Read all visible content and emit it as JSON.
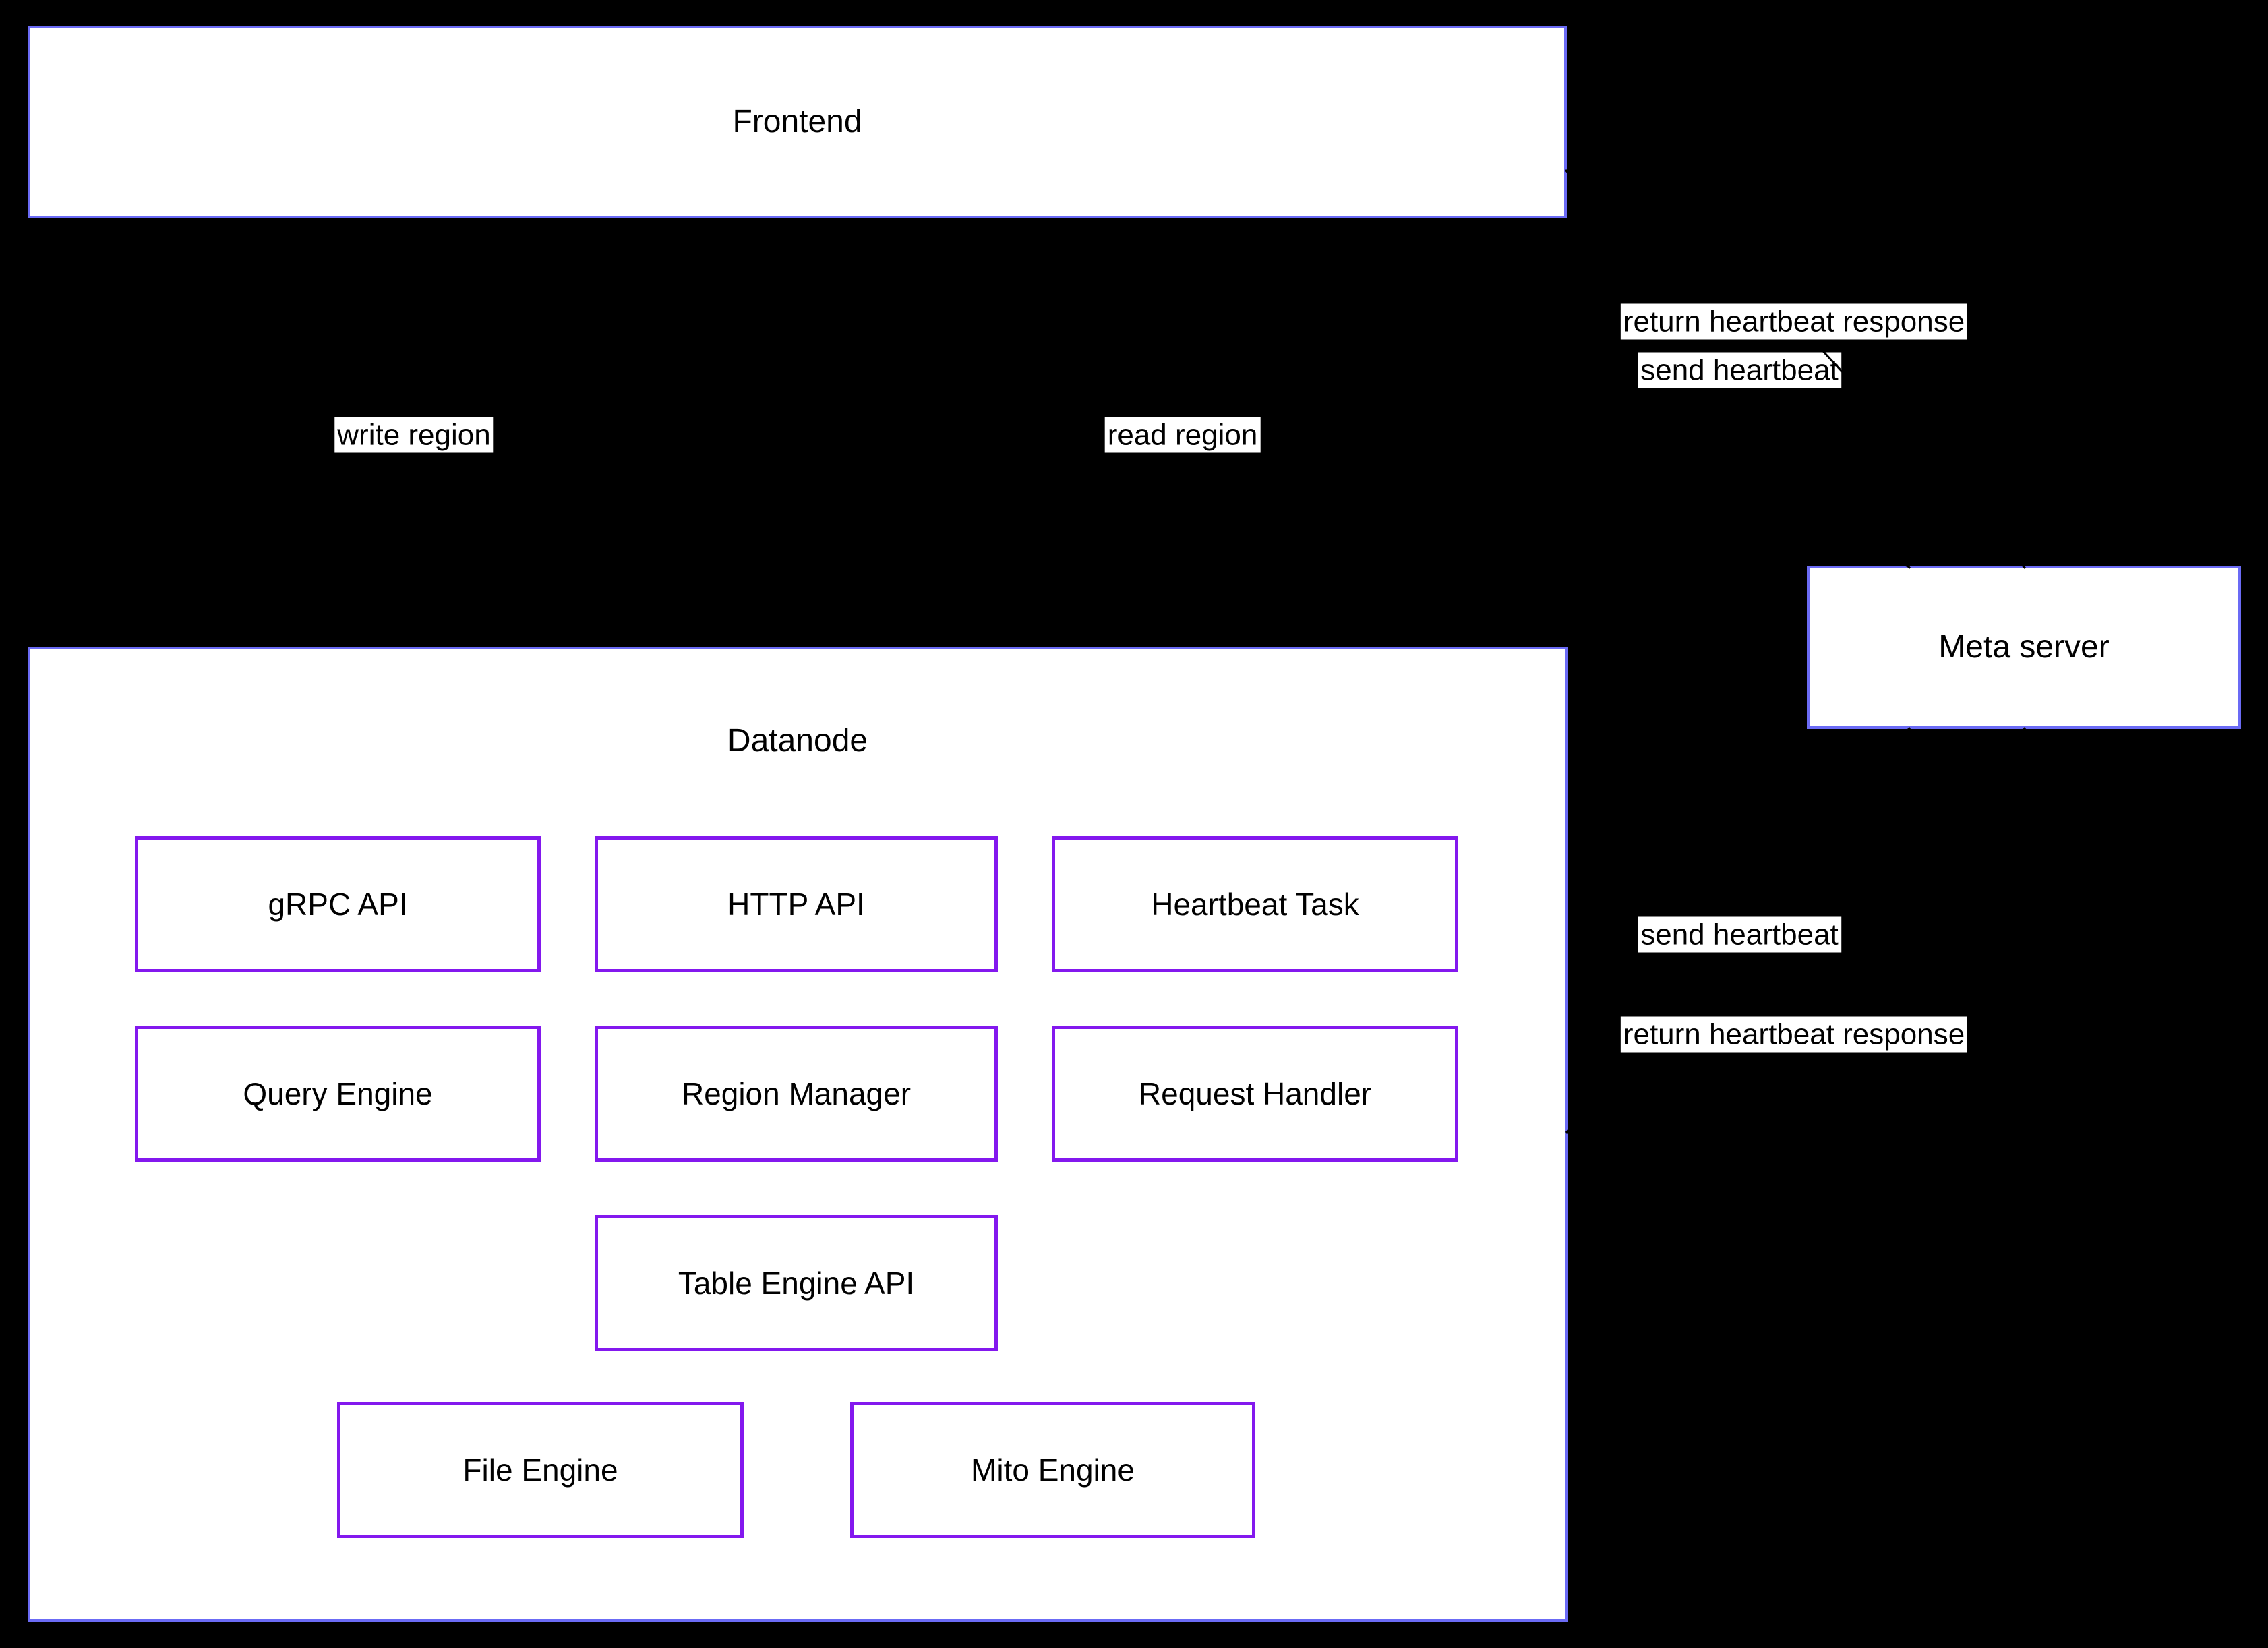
{
  "nodes": {
    "frontend": {
      "label": "Frontend"
    },
    "datanode": {
      "label": "Datanode",
      "components": [
        {
          "label": "gRPC API"
        },
        {
          "label": "HTTP API"
        },
        {
          "label": "Heartbeat Task"
        },
        {
          "label": "Query Engine"
        },
        {
          "label": "Region Manager"
        },
        {
          "label": "Request Handler"
        },
        {
          "label": "Table Engine API"
        },
        {
          "label": "File Engine"
        },
        {
          "label": "Mito Engine"
        }
      ]
    },
    "meta_server": {
      "label": "Meta server"
    }
  },
  "edges": [
    {
      "name": "write-region",
      "label": "write region"
    },
    {
      "name": "read-region",
      "label": "read region"
    },
    {
      "name": "send-heartbeat-frontend",
      "label": "send heartbeat"
    },
    {
      "name": "return-heartbeat-frontend",
      "label": "return heartbeat response"
    },
    {
      "name": "send-heartbeat-datanode",
      "label": "send heartbeat"
    },
    {
      "name": "return-heartbeat-datanode",
      "label": "return heartbeat response"
    }
  ],
  "colors": {
    "background": "#000000",
    "box_fill": "#ffffff",
    "outer_border": "#6b6bf5",
    "inner_border": "#8318ee",
    "arrow": "#000000",
    "label_bg": "#ffffff",
    "text": "#000000"
  }
}
